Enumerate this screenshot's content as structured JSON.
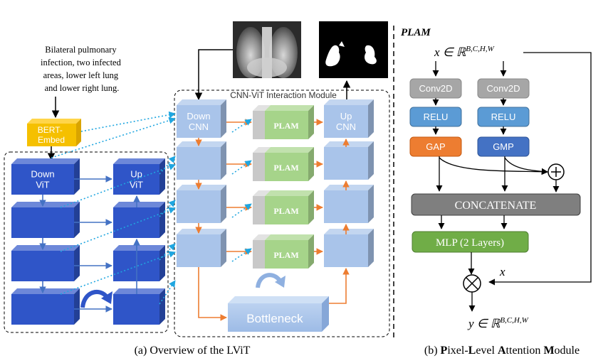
{
  "left": {
    "text_prompt": [
      "Bilateral pulmonary",
      "infection, two infected",
      "areas, lower left lung",
      "and lower right lung."
    ],
    "bert_label": [
      "BERT-",
      "Embed"
    ],
    "vit_down": [
      "Down",
      "ViT"
    ],
    "vit_up": [
      "Up",
      "ViT"
    ],
    "module_title": "CNN-ViT Interaction Module",
    "cnn_down": [
      "Down",
      "CNN"
    ],
    "cnn_up": [
      "Up",
      "CNN"
    ],
    "plam_label": "PLAM",
    "bottleneck_label": "Bottleneck",
    "caption": "(a) Overview of the LViT"
  },
  "right": {
    "title": "PLAM",
    "input_label": "x ∈ ℝ",
    "input_sup": "B,C,H,W",
    "conv_label": "Conv2D",
    "relu_label": "RELU",
    "gap_label": "GAP",
    "gmp_label": "GMP",
    "plus_symbol": "+",
    "concat_label": "CONCATENATE",
    "mlp_label": "MLP (2 Layers)",
    "x_label": "x",
    "output_label": "y ∈ ℝ",
    "output_sup": "B,C,H,W",
    "caption_parts": [
      {
        "t": "(b) ",
        "b": false
      },
      {
        "t": "P",
        "b": true
      },
      {
        "t": "ixel-",
        "b": false
      },
      {
        "t": "L",
        "b": true
      },
      {
        "t": "evel ",
        "b": false
      },
      {
        "t": "A",
        "b": true
      },
      {
        "t": "ttention ",
        "b": false
      },
      {
        "t": "M",
        "b": true
      },
      {
        "t": "odule",
        "b": false
      }
    ]
  },
  "colors": {
    "vit_dark": "#2f55c8",
    "cnn_light": "#a9c4ea",
    "plam_green": "#a6d48a",
    "bert_yellow": "#f5c000",
    "orange_arrow": "#ed7d31",
    "blue_arrow": "#4472c4",
    "cyan_dotted": "#1fa6e0",
    "conv_gray": "#a6a6a6",
    "relu_blue": "#5b9bd5",
    "gap_orange": "#ed7d31",
    "gmp_blue": "#4472c4",
    "concat_gray": "#7f7f7f",
    "mlp_green": "#70ad47"
  }
}
